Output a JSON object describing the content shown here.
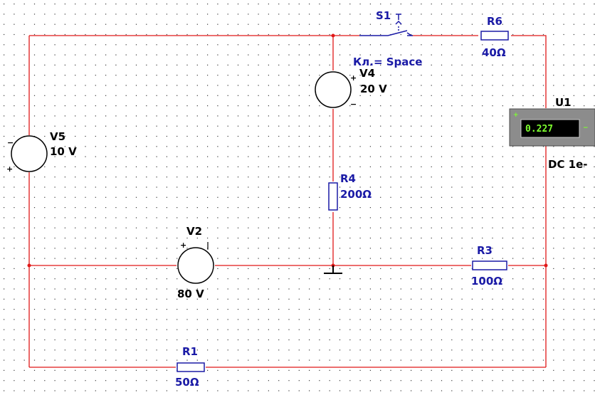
{
  "colors": {
    "background": "#ffffff",
    "grid_dot": "#3a3a3a",
    "wire": "#e01818",
    "component": "#1a1aa6",
    "label_blue": "#1a1aa6",
    "label_black": "#000000",
    "meter_body": "#8c8c8c",
    "meter_display": "#000000",
    "meter_text": "#7dff2e"
  },
  "components": {
    "S1": {
      "label": "S1",
      "key": "Кл.= Space",
      "icon": "switch-symbol"
    },
    "R6": {
      "label": "R6",
      "value": "40Ω"
    },
    "V4": {
      "label": "V4",
      "value": "20 V",
      "plus": "+",
      "minus": "−"
    },
    "V5": {
      "label": "V5",
      "value": "10 V",
      "plus": "+",
      "minus": "−"
    },
    "R4": {
      "label": "R4",
      "value": "200Ω"
    },
    "V2": {
      "label": "V2",
      "value": "80 V",
      "plus": "+",
      "minus": "|"
    },
    "R3": {
      "label": "R3",
      "value": "100Ω"
    },
    "R1": {
      "label": "R1",
      "value": "50Ω"
    },
    "U1": {
      "label": "U1",
      "reading": "0.227",
      "mode": "DC  1e-",
      "terminal_plus": "+",
      "terminal_minus": "−"
    },
    "ground": {
      "icon": "ground-icon"
    }
  }
}
